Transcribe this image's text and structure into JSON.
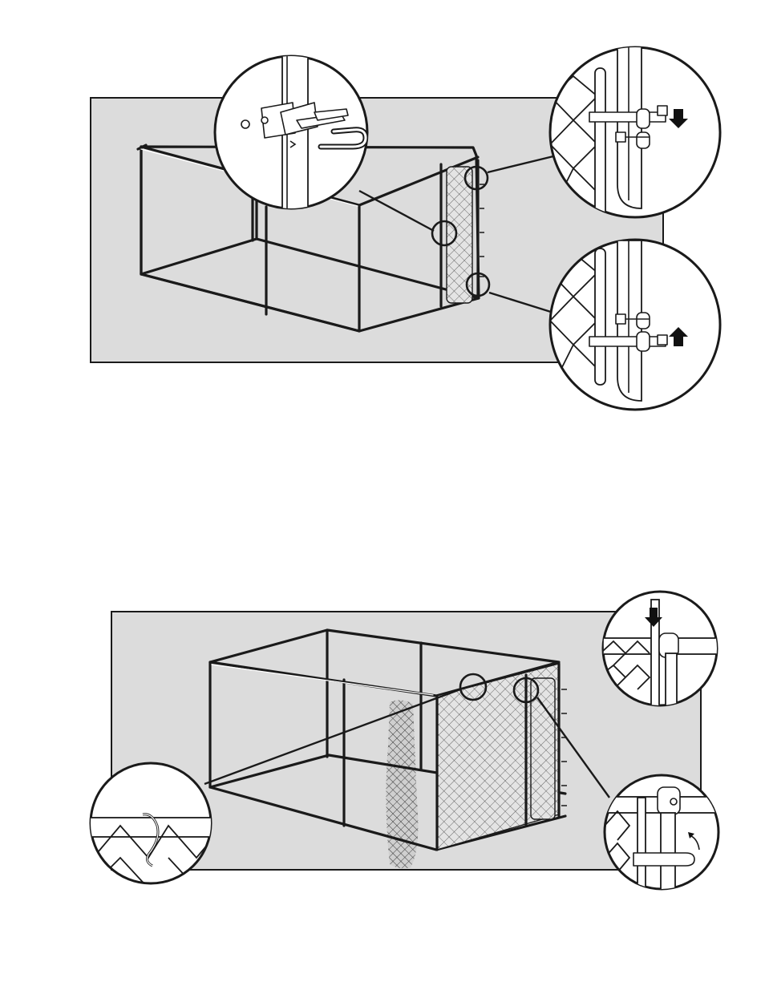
{
  "figures": [
    {
      "id": "gate-latch-installation",
      "callouts": [
        "latch-assembly-detail",
        "upper-hinge-detail",
        "lower-hinge-detail"
      ]
    },
    {
      "id": "chain-link-attachment",
      "callouts": [
        "top-rail-post-detail",
        "mesh-tie-wire-detail",
        "gate-latch-rotate-detail"
      ]
    }
  ],
  "icons": {
    "hinge_up_arrow": "arrow-down-icon",
    "hinge_down_arrow": "arrow-up-icon",
    "post_insert_arrow": "arrow-down-icon",
    "latch_rotate_arrow": "curved-arrow-icon"
  }
}
